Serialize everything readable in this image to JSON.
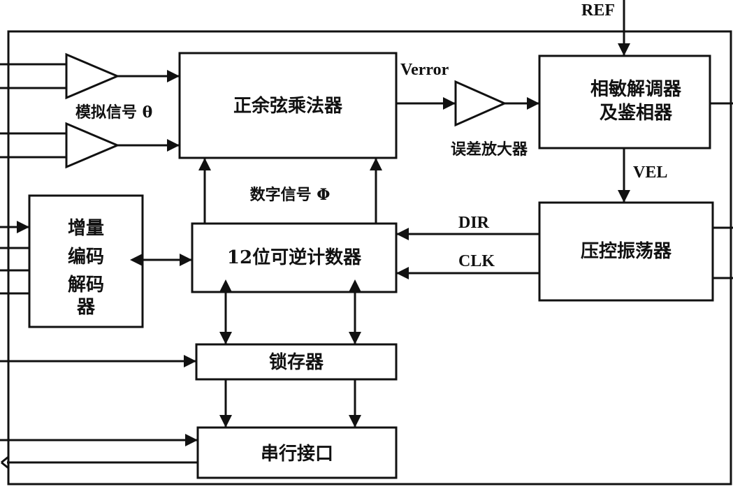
{
  "blocks": {
    "multiplier": "正余弦乘法器",
    "demodulator_line1": "相敏解调器",
    "demodulator_line2": "及鉴相器",
    "vco": "压控振荡器",
    "counter": "12位可逆计数器",
    "incremental_line1": "增量",
    "incremental_line2": "编码",
    "incremental_line3": "解码",
    "incremental_line4": "器",
    "latch": "锁存器",
    "serial": "串行接口"
  },
  "labels": {
    "analog": "模拟信号 θ",
    "digital": "数字信号 Φ",
    "error_amp": "误差放大器",
    "verror": "Verror",
    "ref": "REF",
    "vel": "VEL",
    "dir": "DIR",
    "clk": "CLK"
  }
}
